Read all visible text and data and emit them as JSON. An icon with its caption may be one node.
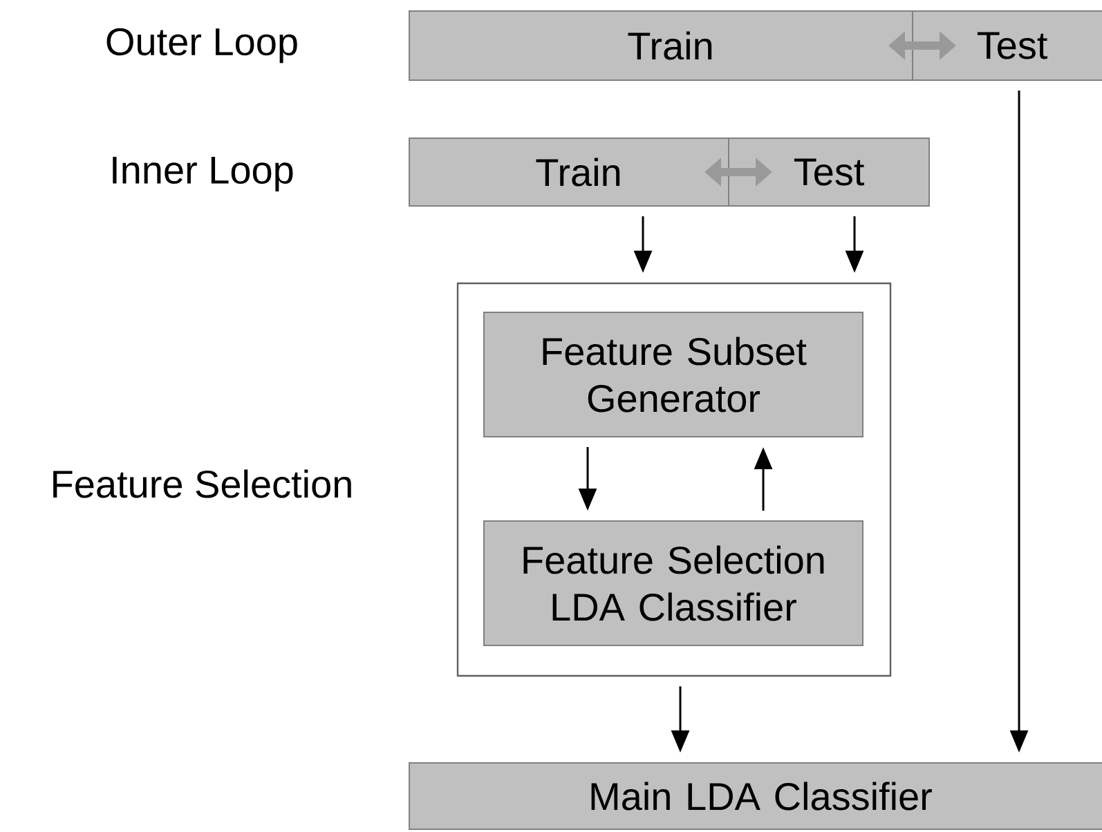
{
  "diagram": {
    "nodes": [
      {
        "text": [
          "Train"
        ]
      },
      {
        "text": [
          "Test"
        ]
      },
      {
        "text": [
          "Train"
        ]
      },
      {
        "text": [
          "Test"
        ]
      },
      {
        "text": [],
        "shape": "box"
      },
      {
        "text": [
          "Feature Subset Generator"
        ],
        "in": 4
      },
      {
        "text": [
          "Feature Selection LDA Classifier"
        ],
        "in": 4
      },
      {
        "text": [
          "Main LDA Classifier"
        ]
      }
    ],
    "edges": [
      {
        "from": 0,
        "to": 1,
        "arrow": "both",
        "style": "thick",
        "color": "#999999"
      },
      {
        "from": 2,
        "to": 3,
        "arrow": "both",
        "style": "thick",
        "color": "#999999"
      },
      {
        "from": 2,
        "to": 4,
        "arrow": "to"
      },
      {
        "from": 3,
        "to": 4,
        "arrow": "to"
      },
      {
        "from": 1,
        "to": 7,
        "arrow": "to"
      },
      {
        "from": 5,
        "to": 6,
        "arrow": "to"
      },
      {
        "from": 6,
        "to": 5,
        "arrow": "to"
      },
      {
        "from": 4,
        "to": 7,
        "arrow": "to"
      }
    ],
    "labels": [
      "Outer Loop",
      "Inner Loop",
      "Feature Selection"
    ]
  }
}
